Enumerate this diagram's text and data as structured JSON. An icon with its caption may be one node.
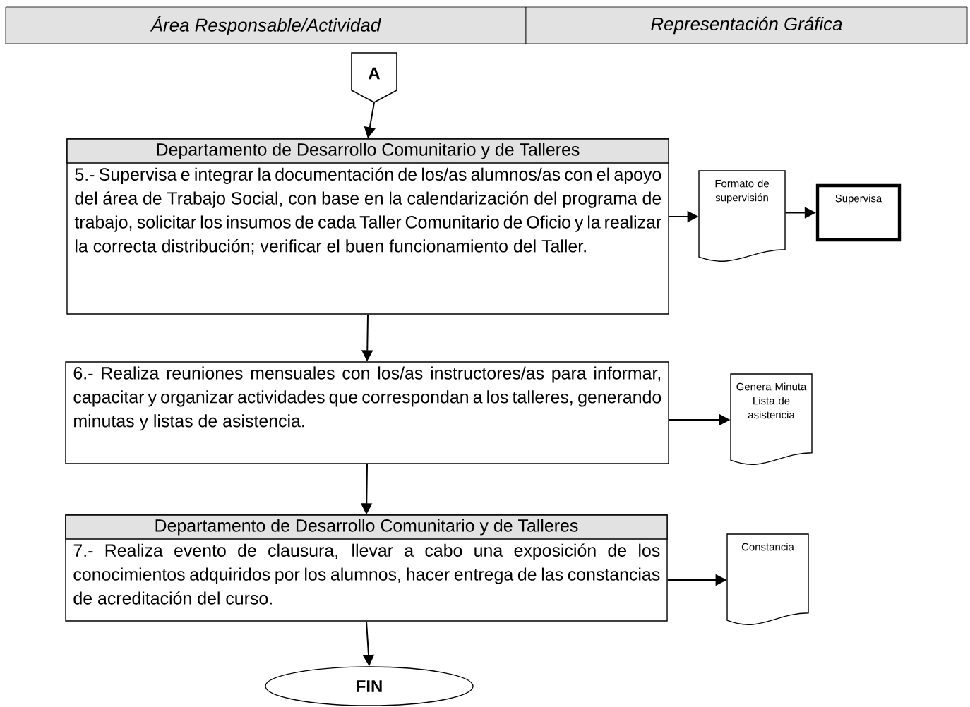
{
  "diagram": {
    "nodes": [
      {
        "text": [
          "Área Responsable/Actividad"
        ]
      },
      {
        "text": [
          "Representación Gráfica"
        ]
      },
      {
        "text": [
          "A"
        ]
      },
      {
        "text": [
          "Departamento de Desarrollo Comunitario y de Talleres",
          "5.- Supervisa e integrar la documentación de los/as alumnos/as con el apoyo del área de Trabajo Social, con base en la calendarización del programa de trabajo, solicitar los insumos de cada Taller Comunitario de Oficio y la realizar la correcta distribución; verificar el buen funcionamiento del Taller."
        ]
      },
      {
        "text": [
          "Formato de supervisión"
        ]
      },
      {
        "text": [
          "Supervisa"
        ]
      },
      {
        "text": [
          "6.- Realiza reuniones mensuales con los/as instructores/as para informar, capacitar y organizar actividades que correspondan a los talleres, generando minutas y listas de asistencia."
        ]
      },
      {
        "text": [
          "Genera Minuta Lista de asistencia"
        ]
      },
      {
        "text": [
          "Departamento de Desarrollo Comunitario y de Talleres",
          "7.- Realiza evento de clausura, llevar a cabo una exposición de los conocimientos adquiridos por los alumnos, hacer entrega de las constancias de acreditación del curso."
        ]
      },
      {
        "text": [
          "Constancia"
        ]
      },
      {
        "text": [
          "FIN"
        ]
      }
    ],
    "edges": [
      {
        "from": 2,
        "to": 3,
        "arrow": "to"
      },
      {
        "from": 3,
        "to": 4,
        "arrow": "to"
      },
      {
        "from": 4,
        "to": 5,
        "arrow": "to"
      },
      {
        "from": 3,
        "to": 6,
        "arrow": "to"
      },
      {
        "from": 6,
        "to": 7,
        "arrow": "to"
      },
      {
        "from": 6,
        "to": 8,
        "arrow": "to"
      },
      {
        "from": 8,
        "to": 9,
        "arrow": "to"
      },
      {
        "from": 8,
        "to": 10,
        "arrow": "to"
      }
    ]
  }
}
